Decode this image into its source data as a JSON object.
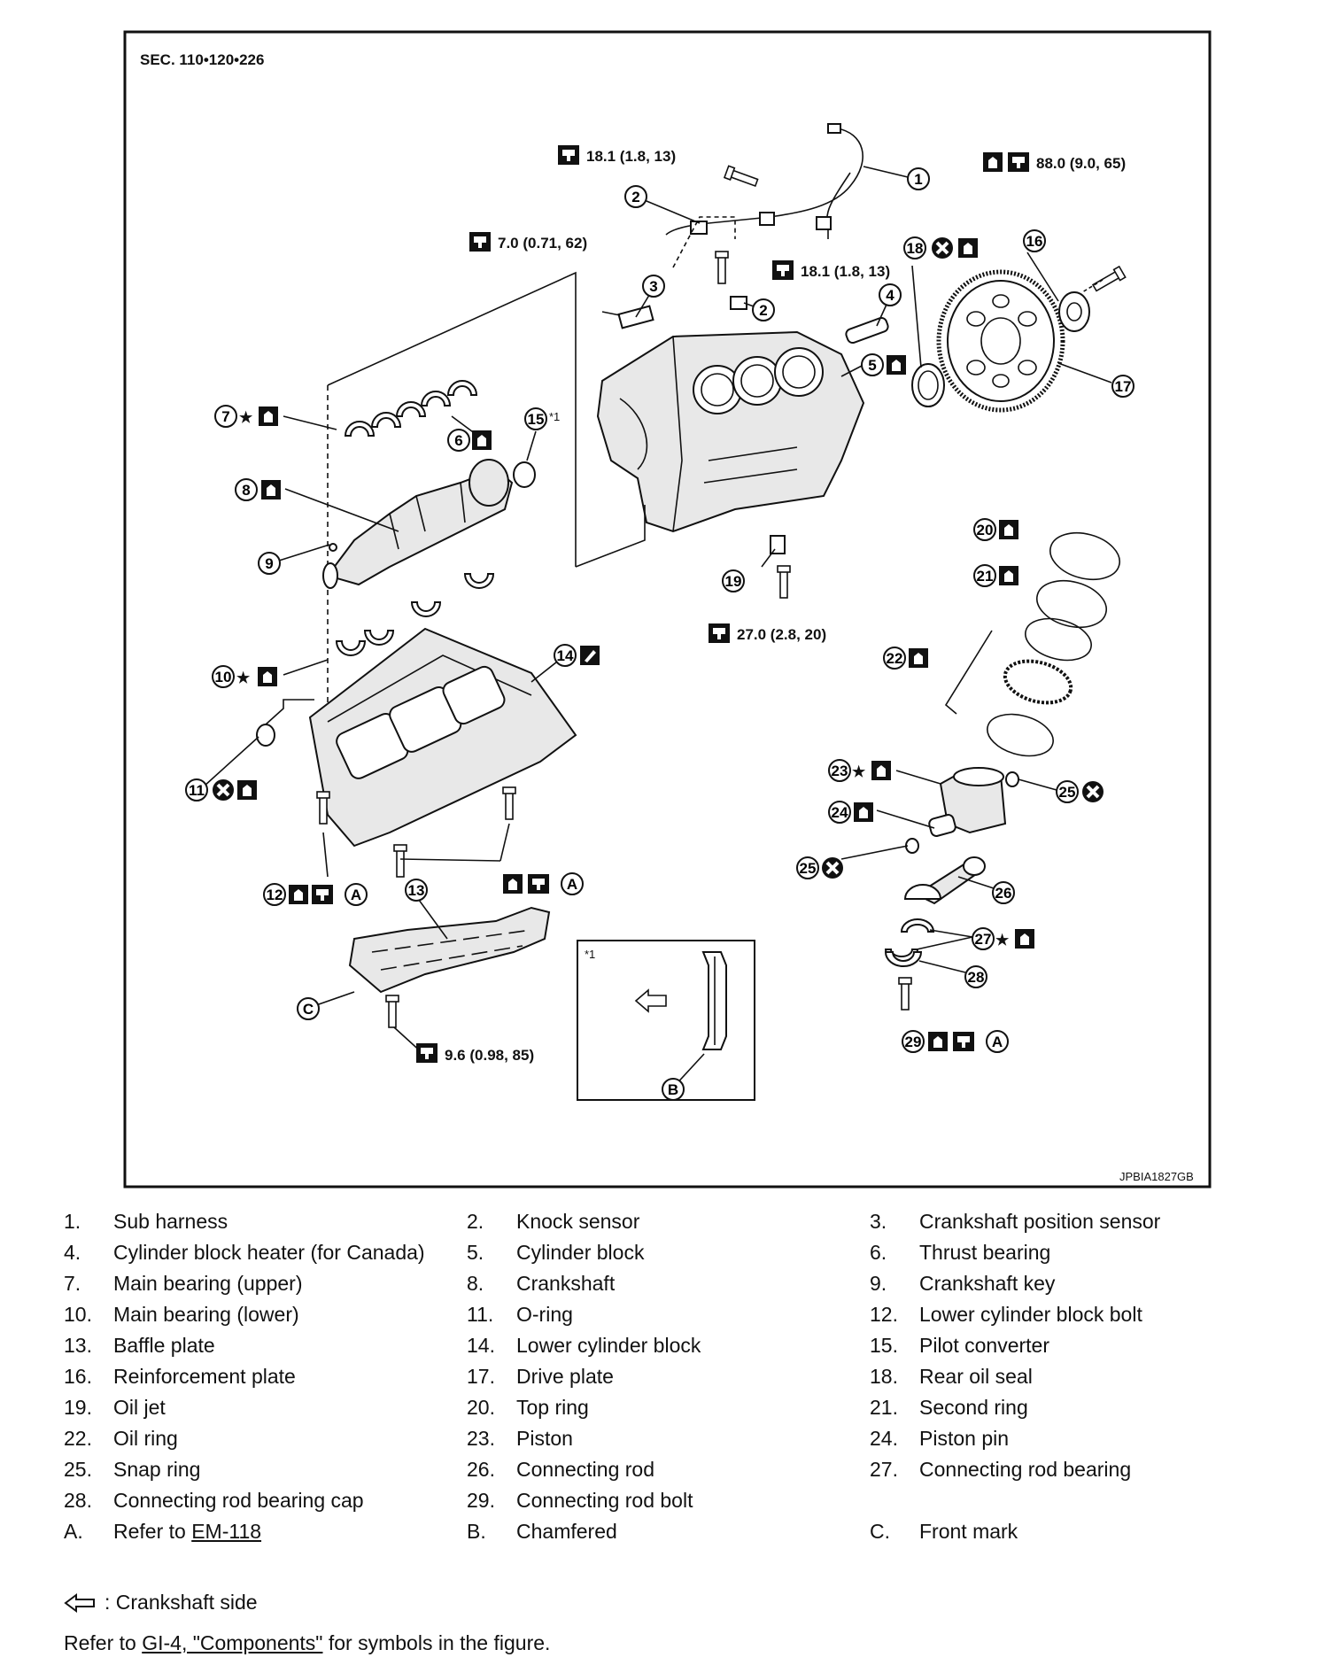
{
  "diagram": {
    "section_title": "SEC. 110•120•226",
    "image_code": "JPBIA1827GB",
    "inset_mark": "*1",
    "pilot_note": "*1",
    "torques": [
      "18.1 (1.8, 13)",
      "7.0 (0.71, 62)",
      "18.1 (1.8, 13)",
      "88.0 (9.0, 65)",
      "27.0 (2.8, 20)",
      "9.6 (0.98, 85)"
    ],
    "callouts": [
      "1",
      "2",
      "3",
      "4",
      "5",
      "6",
      "7",
      "8",
      "9",
      "10",
      "11",
      "12",
      "13",
      "14",
      "15",
      "16",
      "17",
      "18",
      "19",
      "20",
      "21",
      "22",
      "23",
      "24",
      "25",
      "26",
      "27",
      "28",
      "29",
      "A",
      "B",
      "C"
    ]
  },
  "legend": {
    "items": [
      {
        "num": "1.",
        "text": "Sub harness"
      },
      {
        "num": "2.",
        "text": "Knock sensor"
      },
      {
        "num": "3.",
        "text": "Crankshaft position sensor"
      },
      {
        "num": "4.",
        "text": "Cylinder block heater (for Canada)"
      },
      {
        "num": "5.",
        "text": "Cylinder block"
      },
      {
        "num": "6.",
        "text": "Thrust bearing"
      },
      {
        "num": "7.",
        "text": "Main bearing (upper)"
      },
      {
        "num": "8.",
        "text": "Crankshaft"
      },
      {
        "num": "9.",
        "text": "Crankshaft key"
      },
      {
        "num": "10.",
        "text": "Main bearing (lower)"
      },
      {
        "num": "11.",
        "text": "O-ring"
      },
      {
        "num": "12.",
        "text": "Lower cylinder block bolt"
      },
      {
        "num": "13.",
        "text": "Baffle plate"
      },
      {
        "num": "14.",
        "text": "Lower cylinder block"
      },
      {
        "num": "15.",
        "text": "Pilot converter"
      },
      {
        "num": "16.",
        "text": "Reinforcement plate"
      },
      {
        "num": "17.",
        "text": "Drive plate"
      },
      {
        "num": "18.",
        "text": "Rear oil seal"
      },
      {
        "num": "19.",
        "text": "Oil jet"
      },
      {
        "num": "20.",
        "text": "Top ring"
      },
      {
        "num": "21.",
        "text": "Second ring"
      },
      {
        "num": "22.",
        "text": "Oil ring"
      },
      {
        "num": "23.",
        "text": "Piston"
      },
      {
        "num": "24.",
        "text": "Piston pin"
      },
      {
        "num": "25.",
        "text": "Snap ring"
      },
      {
        "num": "26.",
        "text": "Connecting rod"
      },
      {
        "num": "27.",
        "text": "Connecting rod bearing"
      },
      {
        "num": "28.",
        "text": "Connecting rod bearing cap"
      },
      {
        "num": "29.",
        "text": "Connecting rod bolt"
      },
      {
        "num": "",
        "text": ""
      }
    ],
    "letter_items": [
      {
        "num": "A.",
        "text": "Refer to ",
        "link": "EM-118"
      },
      {
        "num": "B.",
        "text": "Chamfered"
      },
      {
        "num": "C.",
        "text": "Front mark"
      }
    ]
  },
  "notes": {
    "crank_side": ": Crankshaft side",
    "refer_prefix": "Refer to ",
    "refer_link": "GI-4, \"Components\"",
    "refer_suffix": " for symbols in the figure."
  }
}
